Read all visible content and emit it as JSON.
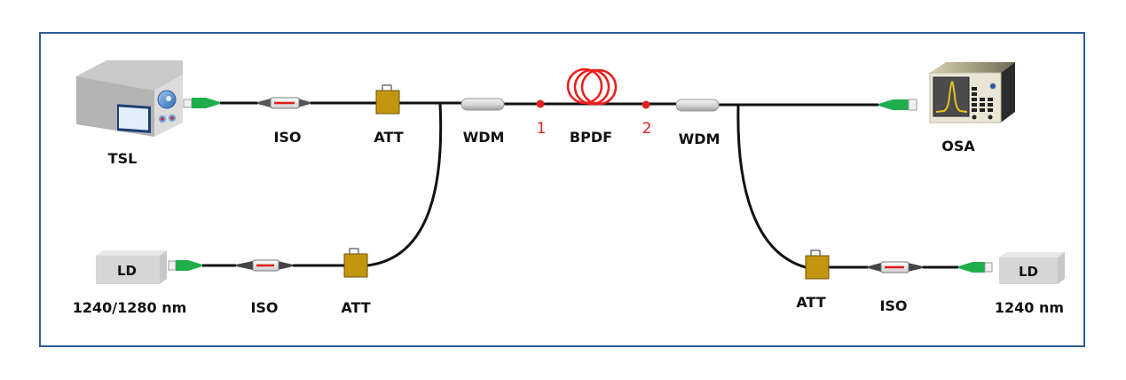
{
  "diagram": {
    "title": "",
    "colors": {
      "frame": "#2e5d9a",
      "fiber": "#111111",
      "connector": "#1fae4b",
      "attenuator": "#c4950f",
      "bpdf_coil": "#ee1c1c",
      "test_point": "#e02020"
    },
    "components": {
      "tsl": {
        "label": "TSL",
        "icon": "tunable-laser-icon"
      },
      "iso_top": {
        "label": "ISO",
        "icon": "isolator-icon"
      },
      "att_top": {
        "label": "ATT",
        "icon": "attenuator-icon"
      },
      "wdm_left": {
        "label": "WDM",
        "icon": "wdm-coupler-icon"
      },
      "point_1": {
        "label": "1"
      },
      "bpdf": {
        "label": "BPDF",
        "icon": "fiber-coil-icon"
      },
      "point_2": {
        "label": "2"
      },
      "wdm_right": {
        "label": "WDM",
        "icon": "wdm-coupler-icon"
      },
      "osa": {
        "label": "OSA",
        "icon": "spectrum-analyzer-icon"
      },
      "ld_left": {
        "label": "LD",
        "caption": "1240/1280 nm",
        "icon": "laser-diode-icon"
      },
      "iso_bottom_left": {
        "label": "ISO",
        "icon": "isolator-icon"
      },
      "att_bottom_left": {
        "label": "ATT",
        "icon": "attenuator-icon"
      },
      "att_bottom_right": {
        "label": "ATT",
        "icon": "attenuator-icon"
      },
      "iso_bottom_right": {
        "label": "ISO",
        "icon": "isolator-icon"
      },
      "ld_right": {
        "label": "LD",
        "caption": "1240 nm",
        "icon": "laser-diode-icon"
      }
    }
  }
}
